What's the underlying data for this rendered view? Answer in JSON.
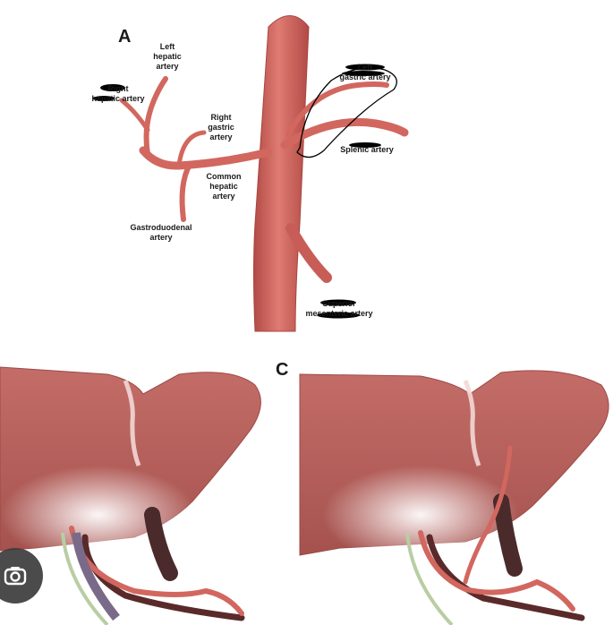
{
  "panels": {
    "a": "A",
    "c": "C"
  },
  "labels": {
    "left_hepatic": "Left\nhepatic\nartery",
    "right_hepatic": "Right\nhepatic artery",
    "left_gastric": "Left\ngastric artery",
    "right_gastric": "Right\ngastric\nartery",
    "splenic": "Splenic artery",
    "common_hepatic": "Common\nhepatic\nartery",
    "gastroduodenal": "Gastroduodenal\nartery",
    "sma": "Superior\nmesenteric artery"
  },
  "colors": {
    "artery": "#d2675f",
    "artery_dark": "#b84c47",
    "liver": "#b8605c",
    "liver_dark": "#9c4a47",
    "graft": "#4a2a2a",
    "ink": "#000000"
  },
  "icons": {
    "lens": "google-lens-icon"
  }
}
